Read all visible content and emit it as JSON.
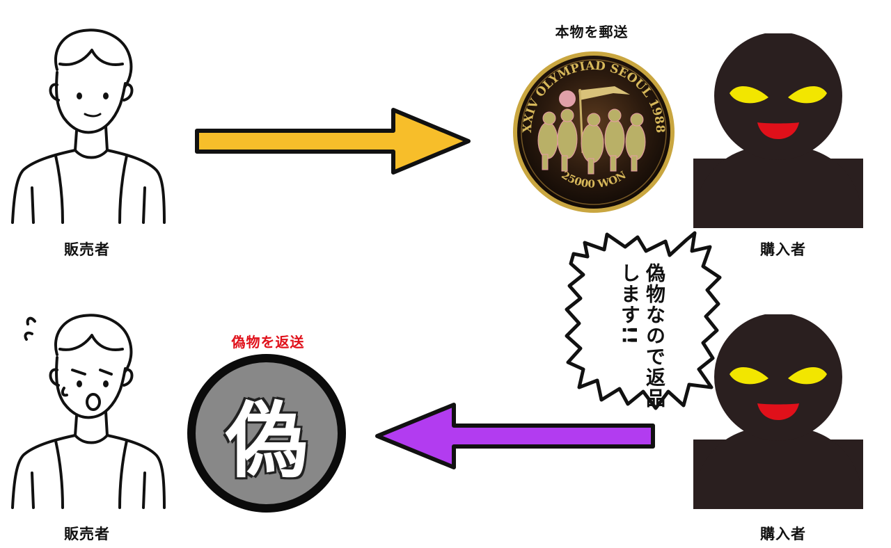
{
  "top": {
    "seller_label": "販売者",
    "buyer_label": "購入者",
    "shipment_caption": "本物を郵送",
    "coin": {
      "upper_text": "XXIV OLYMPIAD SEOUL 1988",
      "lower_text": "25000 WON"
    },
    "arrow_color": "#f7be2a"
  },
  "bottom": {
    "seller_label": "販売者",
    "buyer_label": "購入者",
    "return_caption": "偽物を返送",
    "fake_coin_char": "偽",
    "arrow_color": "#b23cf0",
    "speech_bubble": "偽物なので返品します!!"
  },
  "colors": {
    "caption_red": "#e0101a",
    "fake_coin_fill": "#888888",
    "villain_body": "#2a1f1f",
    "villain_eyes": "#f2e600",
    "villain_mouth": "#e0101a"
  }
}
